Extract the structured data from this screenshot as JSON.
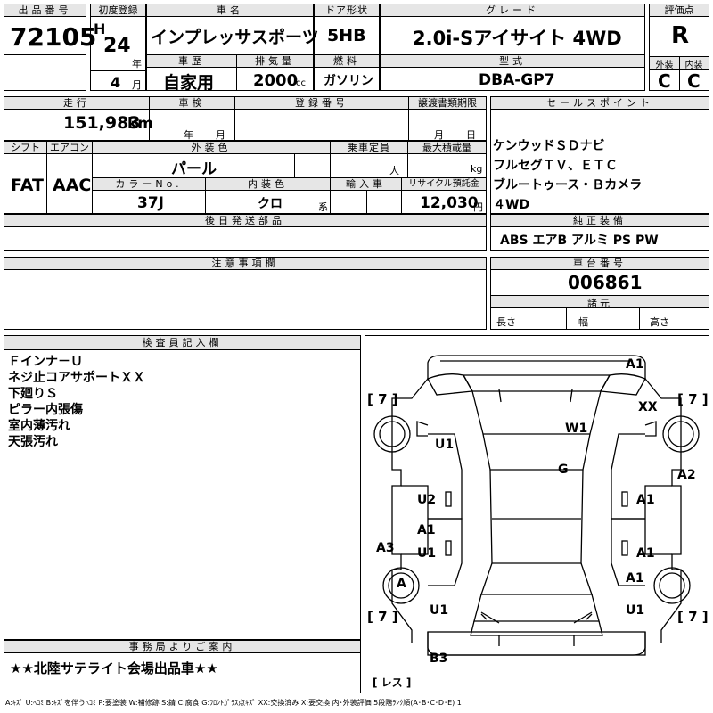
{
  "lot": {
    "label": "出品番号",
    "value": "72105"
  },
  "reg": {
    "label": "初度登録",
    "era": "H",
    "year": "24",
    "year_unit": "年",
    "month": "4",
    "month_unit": "月"
  },
  "car_name": {
    "label": "車名",
    "value": "インプレッサスポーツ"
  },
  "door": {
    "label": "ドア形状",
    "value": "5HB"
  },
  "grade": {
    "label": "グレード",
    "value": "2.0i-Sアイサイト 4WD"
  },
  "score": {
    "label": "評価点",
    "value": "R",
    "ext_label": "外装",
    "int_label": "内装",
    "ext_value": "C",
    "int_value": "C"
  },
  "history": {
    "label": "車歴",
    "value": "自家用"
  },
  "displacement": {
    "label": "排気量",
    "value": "2000",
    "unit": "cc"
  },
  "fuel": {
    "label": "燃料",
    "value": "ガソリン"
  },
  "model": {
    "label": "型式",
    "value": "DBA-GP7"
  },
  "mileage": {
    "label": "走行",
    "value": "151,983",
    "unit": "km"
  },
  "inspection": {
    "label": "車検",
    "year_unit": "年",
    "month_unit": "月"
  },
  "plate": {
    "label": "登録番号"
  },
  "transfer": {
    "label": "譲渡書類期限",
    "month_unit": "月",
    "day_unit": "日"
  },
  "sales": {
    "label": "セールスポイント",
    "lines": [
      "ケンウッドＳＤナビ",
      "フルセグＴＶ、ＥＴＣ",
      "ブルートゥース・Ｂカメラ",
      "４WD"
    ]
  },
  "shift": {
    "label": "シフト",
    "value": "FAT"
  },
  "aircon": {
    "label": "エアコン",
    "value": "AAC"
  },
  "ext_color": {
    "label": "外装色",
    "value": "パール"
  },
  "capacity": {
    "label": "乗車定員",
    "unit": "人"
  },
  "loadcap": {
    "label": "最大積載量",
    "unit": "kg"
  },
  "color_no": {
    "label": "カラーNo.",
    "value": "37J"
  },
  "int_color": {
    "label": "内装色",
    "value": "クロ",
    "unit": "系"
  },
  "import": {
    "label": "輸入車"
  },
  "recycle": {
    "label": "リサイクル預託金",
    "value": "12,030",
    "unit": "円"
  },
  "later_parts": {
    "label": "後日発送部品"
  },
  "equipment": {
    "label": "純正装備",
    "value": "ABS エアB アルミ PS PW"
  },
  "notes": {
    "label": "注意事項欄"
  },
  "chassis": {
    "label": "車台番号",
    "value": "006861"
  },
  "dims": {
    "label": "諸元",
    "length": "長さ",
    "width": "幅",
    "height": "高さ"
  },
  "inspector": {
    "label": "検査員記入欄",
    "lines": [
      "Ｆインナ－Ｕ",
      "ネジ止コアサポートＸＸ",
      "下廻りＳ",
      "ピラー内張傷",
      "室内薄汚れ",
      "天張汚れ"
    ]
  },
  "office": {
    "label": "事務局よりご案内",
    "value": "★★北陸サテライト会場出品車★★"
  },
  "diagram": {
    "marks": [
      "A1",
      "XX",
      "W1",
      "U1",
      "G",
      "A2",
      "U2",
      "A1",
      "A1",
      "A3",
      "U1",
      "A1",
      "A",
      "A1",
      "U1",
      "U1",
      "B3"
    ],
    "brackets": [
      "[ 7 ]",
      "[ 7 ]",
      "[ 7 ]",
      "[ 7 ]",
      "[ レス ]"
    ]
  },
  "legend": "A:ｷｽﾞ U:ﾍｺﾐ B:ｷｽﾞを伴うﾍｺﾐ P:要塗装 W:補修跡 S:錆 C:腐食 G:ﾌﾛﾝﾄｶﾞﾗｽ点ｷｽﾞ XX:交換済み X:要交換 内･外装評価 5段階ﾗﾝｸ順(A･B･C･D･E) 1"
}
